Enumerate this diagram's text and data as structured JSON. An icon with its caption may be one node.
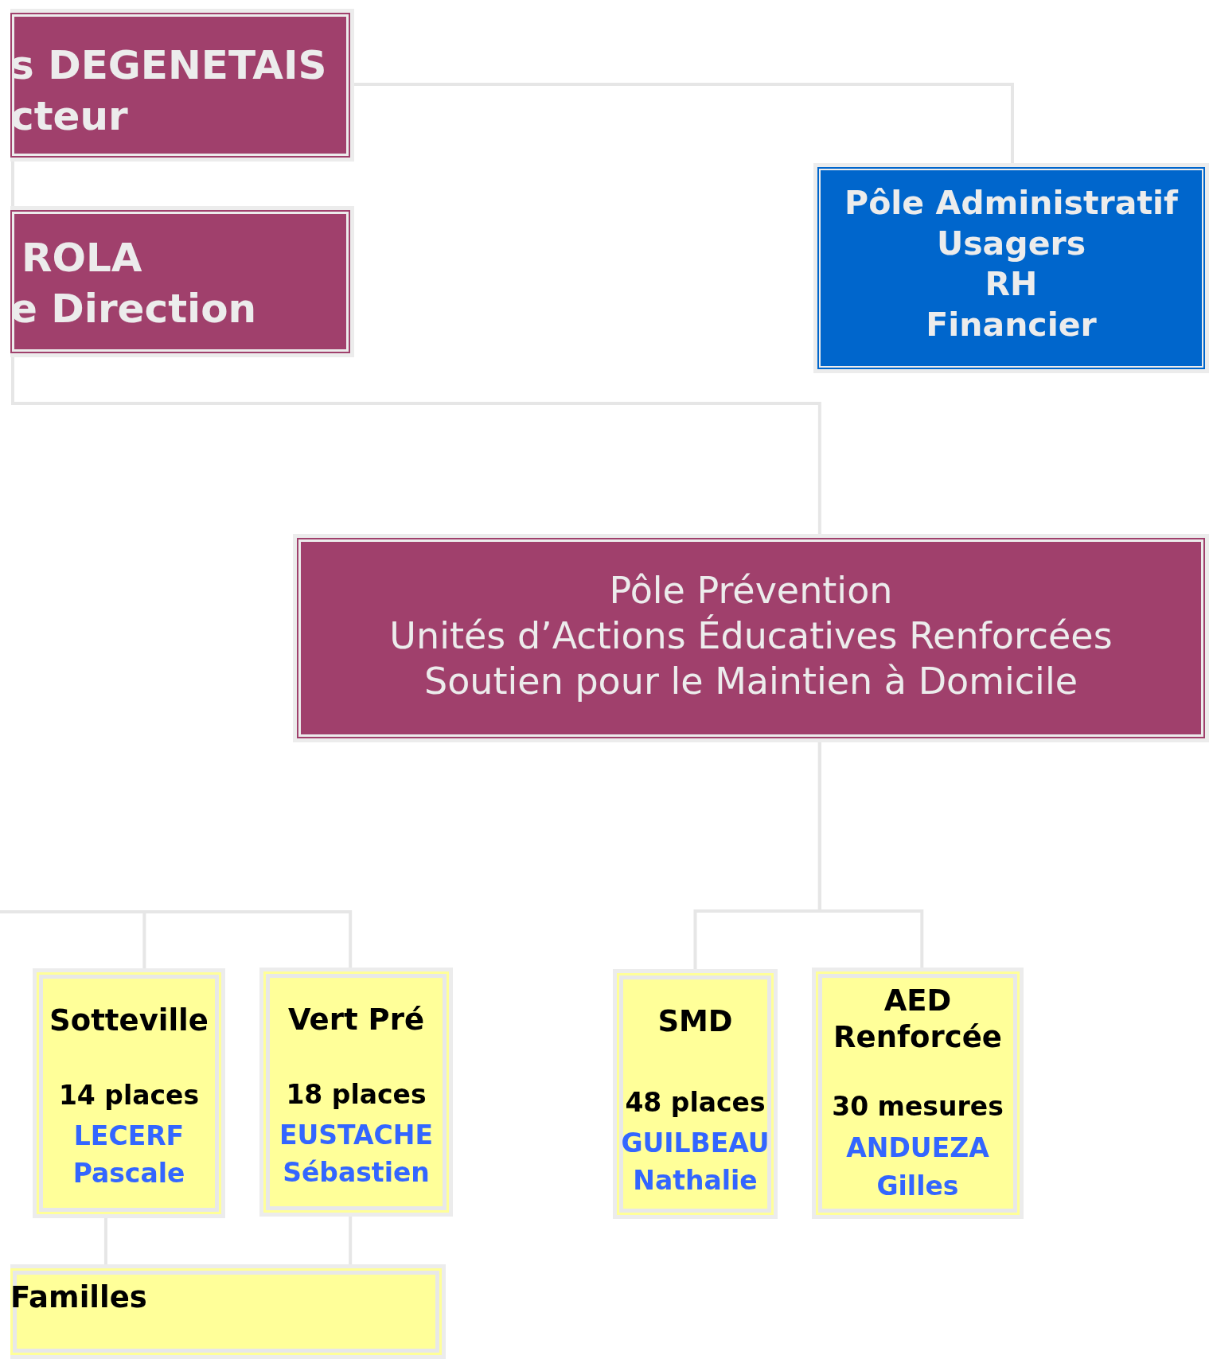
{
  "diagram": {
    "nodes": [
      {
        "text": [
          "s DEGENETAIS",
          "cteur"
        ]
      },
      {
        "text": [
          "ROLA",
          "e Direction"
        ]
      },
      {
        "text": [
          "Pôle Administratif",
          "Usagers",
          "RH",
          "Financier"
        ]
      },
      {
        "text": [
          "Pôle Prévention",
          "Unités d’Actions Éducatives Renforcées",
          "Soutien pour le Maintien à Domicile"
        ]
      },
      {
        "text": [
          "Sotteville",
          "14 places",
          "LECERF Pascale"
        ]
      },
      {
        "text": [
          "Vert Pré",
          "18 places",
          "EUSTACHE Sébastien"
        ]
      },
      {
        "text": [
          "SMD",
          "48 places",
          "GUILBEAU Nathalie"
        ]
      },
      {
        "text": [
          "AED Renforcée",
          "30 mesures",
          "ANDUEZA Gilles"
        ]
      },
      {
        "text": [
          "Familles"
        ]
      }
    ],
    "edges": [
      {
        "from": 0,
        "to": 2,
        "arrow": "none"
      },
      {
        "from": 0,
        "to": 1,
        "arrow": "none"
      },
      {
        "from": 1,
        "to": 3,
        "arrow": "none"
      },
      {
        "from": 3,
        "to": 6,
        "arrow": "none"
      },
      {
        "from": 3,
        "to": 7,
        "arrow": "none"
      },
      {
        "from": null,
        "to": 4,
        "arrow": "none"
      },
      {
        "from": null,
        "to": 5,
        "arrow": "none"
      },
      {
        "from": 4,
        "to": 8,
        "arrow": "none"
      },
      {
        "from": 5,
        "to": 8,
        "arrow": "none"
      }
    ]
  }
}
